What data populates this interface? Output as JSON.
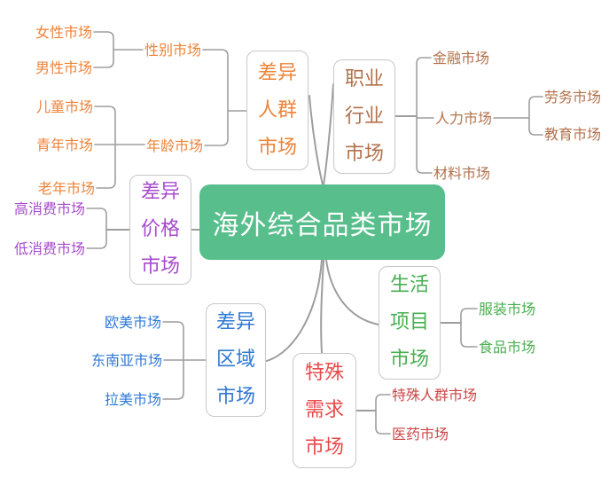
{
  "central": {
    "label": "海外综合品类市场",
    "bg_color": "#57BE8C",
    "text_color": "#FFFFFF"
  },
  "style": {
    "connector_color": "#9E9E9E",
    "node_border_color": "#C8C8C8",
    "node_bg_color": "#FFFFFF",
    "canvas_bg": "#FFFFFF"
  },
  "branches": {
    "people": {
      "box_lines": [
        "差异",
        "人群",
        "市场"
      ],
      "color": "#EE8338",
      "children": {
        "gender": {
          "label": "性别市场",
          "children": {
            "female": {
              "label": "女性市场"
            },
            "male": {
              "label": "男性市场"
            }
          }
        },
        "age": {
          "label": "年龄市场",
          "children": {
            "child": {
              "label": "儿童市场"
            },
            "youth": {
              "label": "青年市场"
            },
            "elder": {
              "label": "老年市场"
            }
          }
        }
      }
    },
    "occupation": {
      "box_lines": [
        "职业",
        "行业",
        "市场"
      ],
      "color": "#B3714B",
      "children": {
        "finance": {
          "label": "金融市场"
        },
        "manpower": {
          "label": "人力市场",
          "children": {
            "labor": {
              "label": "劳务市场"
            },
            "education": {
              "label": "教育市场"
            }
          }
        },
        "material": {
          "label": "材料市场"
        }
      }
    },
    "price": {
      "box_lines": [
        "差异",
        "价格",
        "市场"
      ],
      "color": "#A74BCC",
      "children": {
        "high": {
          "label": "高消费市场"
        },
        "low": {
          "label": "低消费市场"
        }
      }
    },
    "region": {
      "box_lines": [
        "差异",
        "区域",
        "市场"
      ],
      "color": "#2E79D6",
      "children": {
        "europe_us": {
          "label": "欧美市场"
        },
        "southeast_asia": {
          "label": "东南亚市场"
        },
        "latin_america": {
          "label": "拉美市场"
        }
      }
    },
    "life": {
      "box_lines": [
        "生活",
        "项目",
        "市场"
      ],
      "color": "#48AF50",
      "children": {
        "clothing": {
          "label": "服装市场"
        },
        "food": {
          "label": "食品市场"
        }
      }
    },
    "special": {
      "box_lines": [
        "特殊",
        "需求",
        "市场"
      ],
      "color": "#E64B4B",
      "leaf_color": "#CC4547",
      "children": {
        "special_people": {
          "label": "特殊人群市场"
        },
        "medicine": {
          "label": "医药市场"
        }
      }
    }
  }
}
